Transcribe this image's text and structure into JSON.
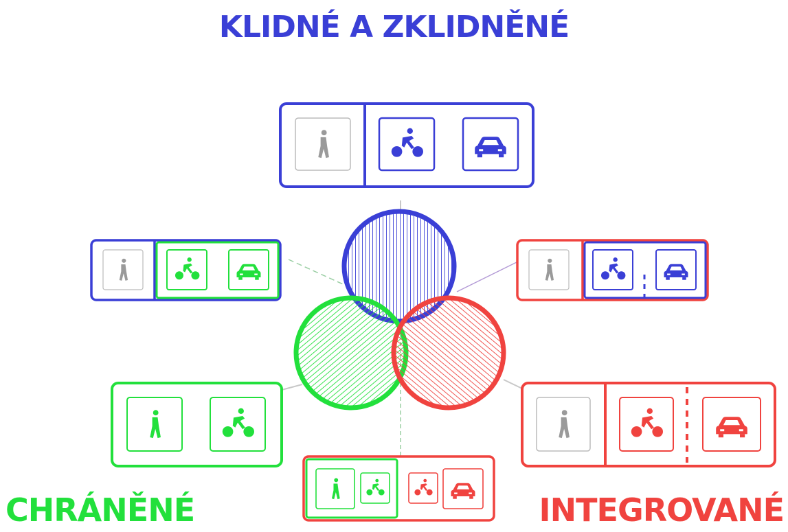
{
  "titles": {
    "top": "KLIDNÉ A ZKLIDNĚNÉ",
    "left": "CHRÁNĚNÉ",
    "right": "INTEGROVANÉ"
  },
  "colors": {
    "calm": "#3a3fd6",
    "protected": "#22e03c",
    "integrated": "#f0433f",
    "pedestrian": "#9a9a9a",
    "connector": "#c8c8c8"
  },
  "circles": [
    {
      "name": "calm",
      "color": "#3a3fd6",
      "hatch": "vertical"
    },
    {
      "name": "protected",
      "color": "#22e03c",
      "hatch": "diagonal"
    },
    {
      "name": "integrated",
      "color": "#f0433f",
      "hatch": "diagonal"
    }
  ],
  "panels": [
    {
      "name": "calm-panel",
      "icons": [
        "pedestrian-icon",
        "cyclist-icon",
        "car-icon"
      ],
      "colors": [
        "#9a9a9a",
        "#3a3fd6",
        "#3a3fd6"
      ]
    },
    {
      "name": "calm-protected-panel",
      "icons": [
        "pedestrian-icon",
        "cyclist-icon",
        "car-icon"
      ],
      "colors": [
        "#9a9a9a",
        "#22e03c",
        "#22e03c"
      ]
    },
    {
      "name": "calm-integrated-panel",
      "icons": [
        "pedestrian-icon",
        "cyclist-icon",
        "car-icon"
      ],
      "colors": [
        "#9a9a9a",
        "#3a3fd6",
        "#3a3fd6"
      ]
    },
    {
      "name": "protected-panel",
      "icons": [
        "pedestrian-icon",
        "cyclist-icon"
      ],
      "colors": [
        "#22e03c",
        "#22e03c"
      ]
    },
    {
      "name": "integrated-panel",
      "icons": [
        "pedestrian-icon",
        "cyclist-icon",
        "car-icon"
      ],
      "colors": [
        "#9a9a9a",
        "#f0433f",
        "#f0433f"
      ]
    },
    {
      "name": "protected-integrated-panel",
      "icons": [
        "pedestrian-icon",
        "cyclist-icon",
        "cyclist-icon",
        "car-icon"
      ],
      "colors": [
        "#22e03c",
        "#22e03c",
        "#f0433f",
        "#f0433f"
      ]
    }
  ]
}
